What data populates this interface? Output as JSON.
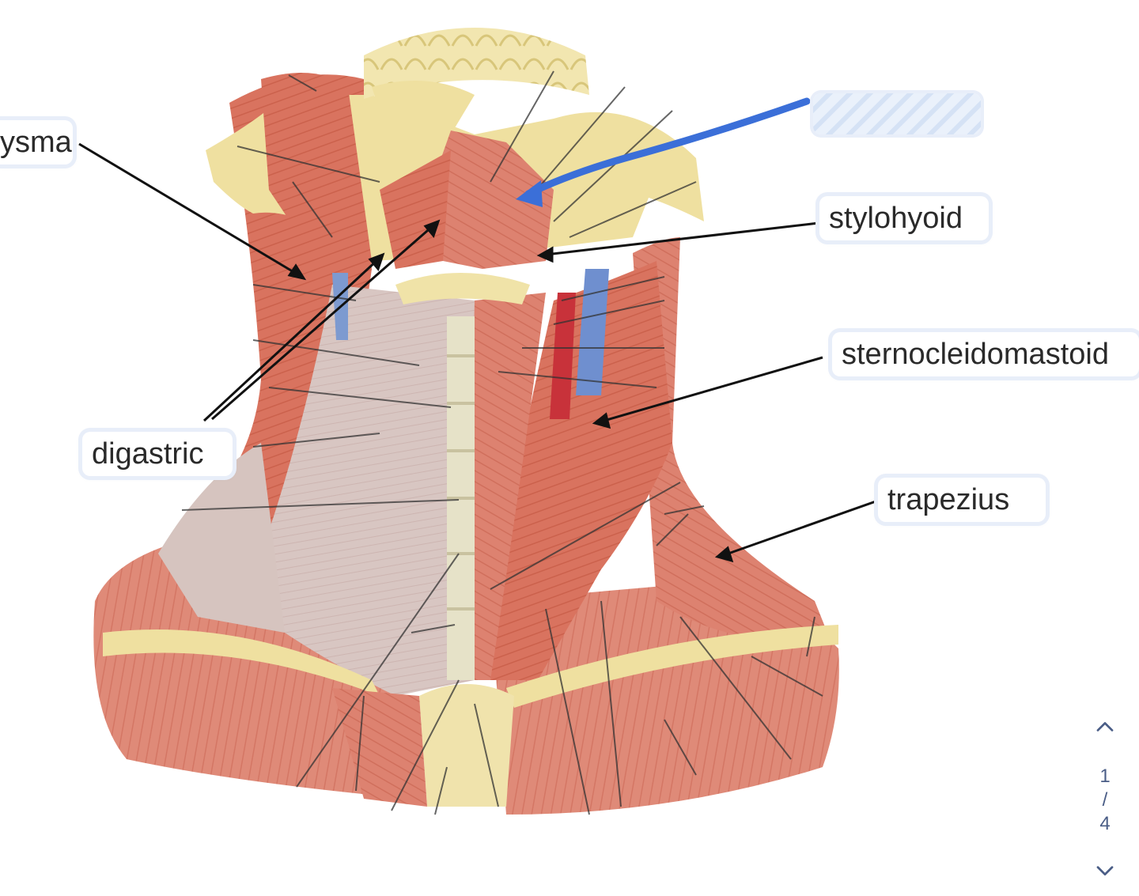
{
  "labels": {
    "platysma": "ysma",
    "stylohyoid": "stylohyoid",
    "sternocleidomastoid": "sternocleidomastoid",
    "digastric": "digastric",
    "trapezius": "trapezius"
  },
  "pager": {
    "current": "1",
    "separator": "/",
    "total": "4"
  },
  "colors": {
    "muscle": "#d9735f",
    "muscle_dark": "#b9483a",
    "bone": "#efe0a0",
    "fascia": "#d7dde2",
    "annotation_arrow": "#3b6fd8",
    "leader_line": "#222222"
  },
  "icons": {
    "pager_up": "chevron-up-icon",
    "pager_down": "chevron-down-icon"
  }
}
